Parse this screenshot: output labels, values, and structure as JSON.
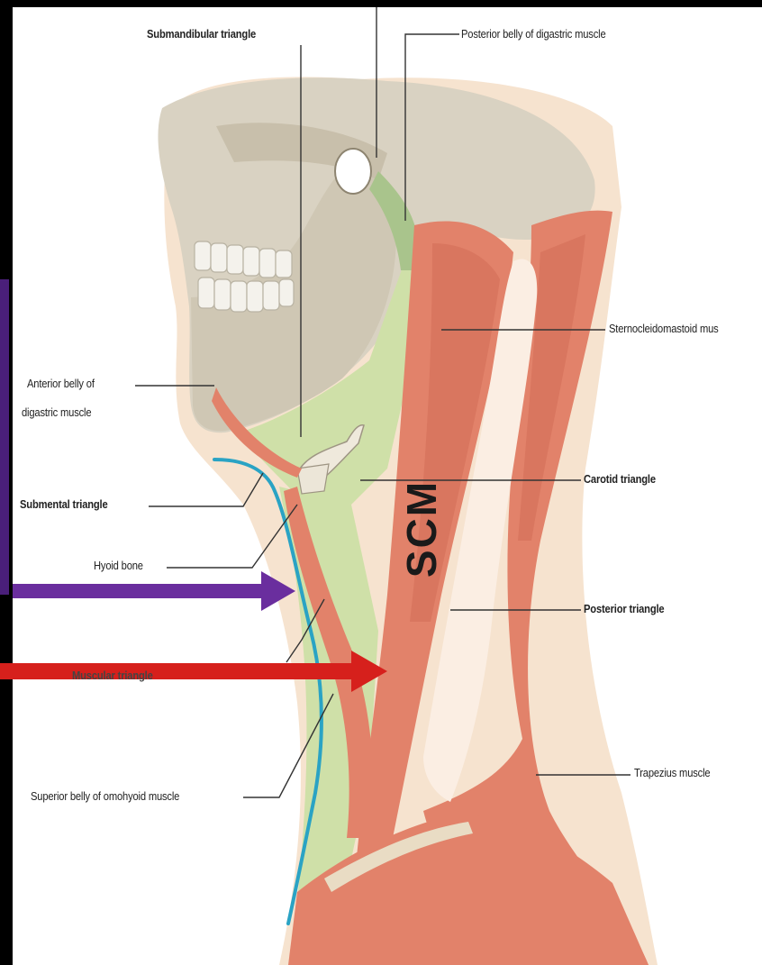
{
  "labels": {
    "submandibular": "Submandibular triangle",
    "posterior_digastric": "Posterior belly of digastric muscle",
    "sternocleidomastoid": "Sternocleidomastoid mus",
    "anterior_digastric_1": "Anterior belly of",
    "anterior_digastric_2": "digastric muscle",
    "carotid": "Carotid triangle",
    "submental": "Submental triangle",
    "hyoid": "Hyoid bone",
    "posterior_triangle": "Posterior triangle",
    "muscular": "Muscular triangle",
    "trapezius": "Trapezius muscle",
    "omohyoid": "Superior belly of omohyoid muscle",
    "scm": "SCM"
  },
  "colors": {
    "background_frame": "#000000",
    "muscle": "#e2826a",
    "muscle_dark": "#c9614a",
    "skin": "#f6e3cf",
    "bone": "#d9d2c2",
    "triangle_green": "#cfe0a8",
    "blue_line": "#2aa3c4",
    "purple_arrow": "#6a2e9e",
    "red_arrow": "#d6201c"
  }
}
